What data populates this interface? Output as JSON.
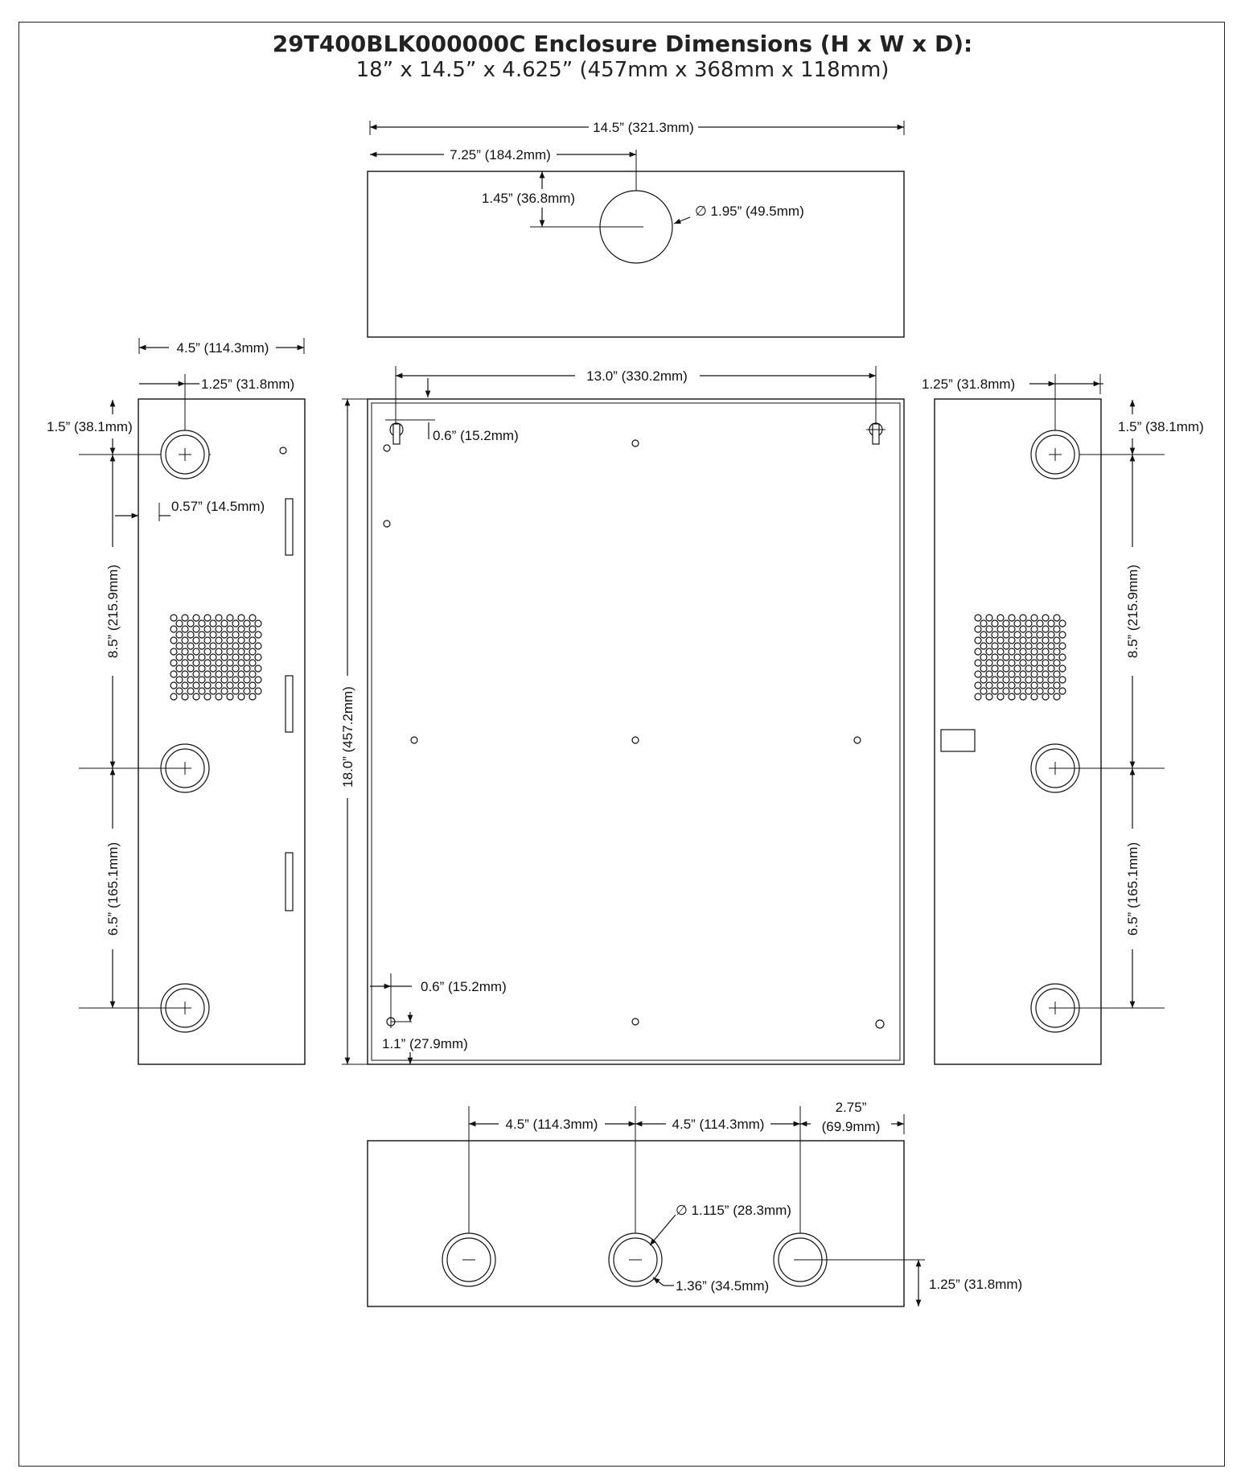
{
  "title": "29T400BLK000000C Enclosure Dimensions (H x W x D):",
  "subtitle": "18” x 14.5” x 4.625” (457mm x 368mm x 118mm)",
  "top_view": {
    "width_label": "14.5” (321.3mm)",
    "center_label": "7.25” (184.2mm)",
    "offset_label": "1.45” (36.8mm)",
    "diameter_label": "∅ 1.95” (49.5mm)"
  },
  "front_view": {
    "width_label": "13.0” (330.2mm)",
    "keyhole_label": "0.6” (15.2mm)",
    "height_label": "18.0” (457.2mm)",
    "bottom_left_label": "0.6” (15.2mm)",
    "bottom_vert_label": "1.1” (27.9mm)"
  },
  "left_view": {
    "depth_label": "4.5” (114.3mm)",
    "center_label": "1.25” (31.8mm)",
    "top_label": "1.5” (38.1mm)",
    "slot_label": "0.57” (14.5mm)",
    "mid_label": "8.5” (215.9mm)",
    "low_label": "6.5” (165.1mm)"
  },
  "right_view": {
    "center_label": "1.25” (31.8mm)",
    "top_label": "1.5” (38.1mm)",
    "mid_label": "8.5” (215.9mm)",
    "low_label": "6.5” (165.1mm)"
  },
  "bottom_view": {
    "spacing_1": "4.5” (114.3mm)",
    "spacing_2": "4.5” (114.3mm)",
    "edge_label_1": "2.75”",
    "edge_label_2": "(69.9mm)",
    "diameter_label": "∅ 1.115” (28.3mm)",
    "outer_label": "1.36” (34.5mm)",
    "height_label": "1.25” (31.8mm)"
  }
}
